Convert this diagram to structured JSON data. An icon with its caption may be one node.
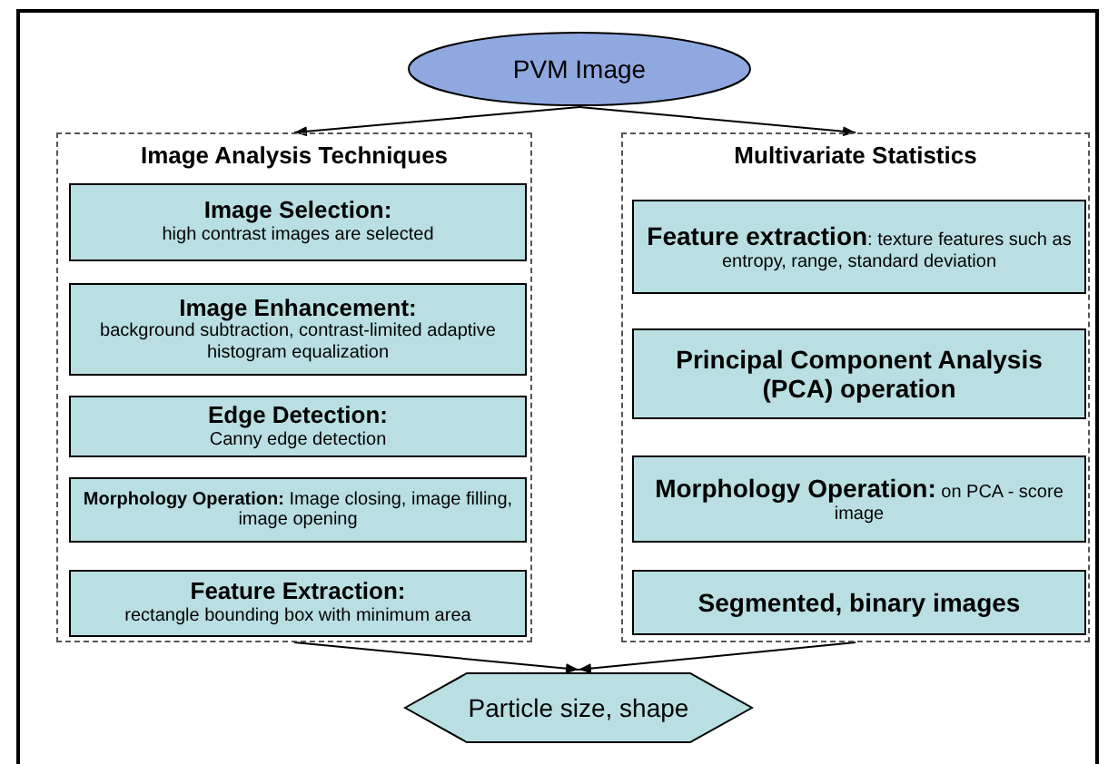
{
  "diagram": {
    "nodes": [
      {
        "text": [
          "PVM Image"
        ]
      },
      {
        "text": [
          "Image Analysis Techniques"
        ]
      },
      {
        "text": [
          "Image Selection:",
          "high contrast images are selected"
        ],
        "in": 1
      },
      {
        "text": [
          "Image Enhancement:",
          "background subtraction, contrast-limited adaptive histogram equalization"
        ],
        "in": 1
      },
      {
        "text": [
          "Edge Detection:",
          "Canny edge detection"
        ],
        "in": 1
      },
      {
        "text": [
          "**Morphology Operation:** Image closing, image filling, image opening"
        ],
        "in": 1
      },
      {
        "text": [
          "Feature Extraction:",
          "rectangle bounding box with minimum area"
        ],
        "in": 1
      },
      {
        "text": [
          "Multivariate Statistics"
        ]
      },
      {
        "text": [
          "**Feature extraction**: texture features such as entropy, range, standard deviation"
        ],
        "in": 7
      },
      {
        "text": [
          "Principal Component Analysis (PCA) operation"
        ],
        "in": 7
      },
      {
        "text": [
          "**Morphology Operation:** on PCA - score image"
        ],
        "in": 7
      },
      {
        "text": [
          "Segmented, binary images"
        ],
        "in": 7
      },
      {
        "text": [
          "Particle size, shape"
        ]
      }
    ],
    "edges": [
      {
        "from": 0,
        "to": 1,
        "arrow": "to"
      },
      {
        "from": 0,
        "to": 7,
        "arrow": "to"
      },
      {
        "from": 1,
        "to": 12,
        "arrow": "to"
      },
      {
        "from": 7,
        "to": 12,
        "arrow": "to"
      }
    ]
  }
}
